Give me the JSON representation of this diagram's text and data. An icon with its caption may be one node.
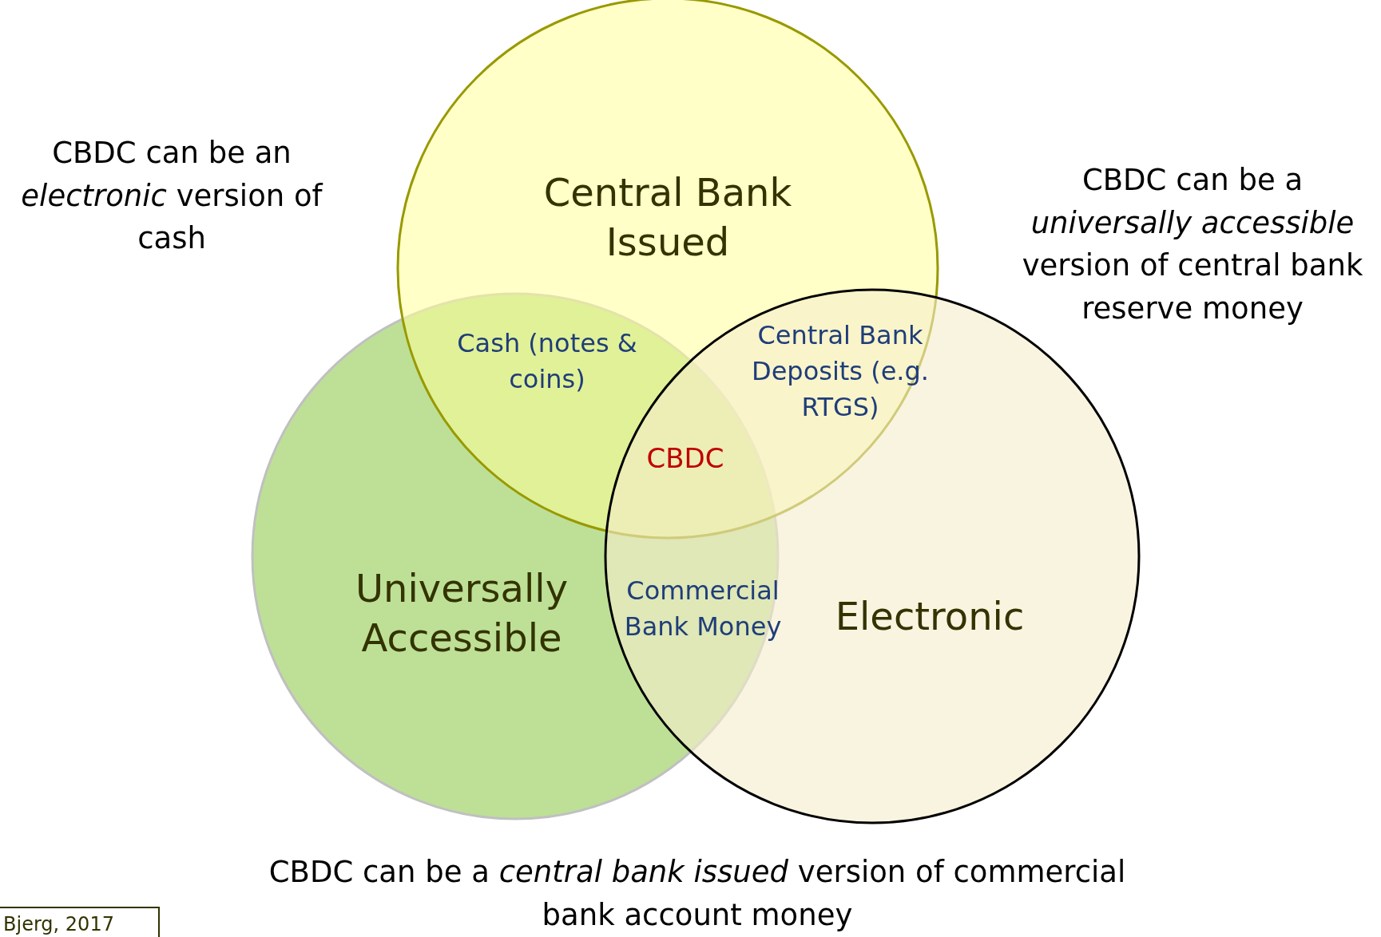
{
  "diagram": {
    "nodes": [
      {
        "text": [
          "Central Bank Issued"
        ]
      },
      {
        "text": [
          "Universally Accessible"
        ]
      },
      {
        "text": [
          "Electronic"
        ]
      },
      {
        "text": [
          "Cash (notes & coins)"
        ]
      },
      {
        "text": [
          "Central Bank Deposits (e.g. RTGS)"
        ]
      },
      {
        "text": [
          "CBDC"
        ]
      },
      {
        "text": [
          "Commercial Bank Money"
        ]
      },
      {
        "text": [
          "Bjerg, 2017"
        ]
      }
    ],
    "edges": [],
    "labels": [
      "CBDC can be an *electronic* version of cash",
      "CBDC can be a *universally accessible* version of central bank reserve money",
      "CBDC can be a *central bank issued* version of commercial bank account money"
    ]
  }
}
